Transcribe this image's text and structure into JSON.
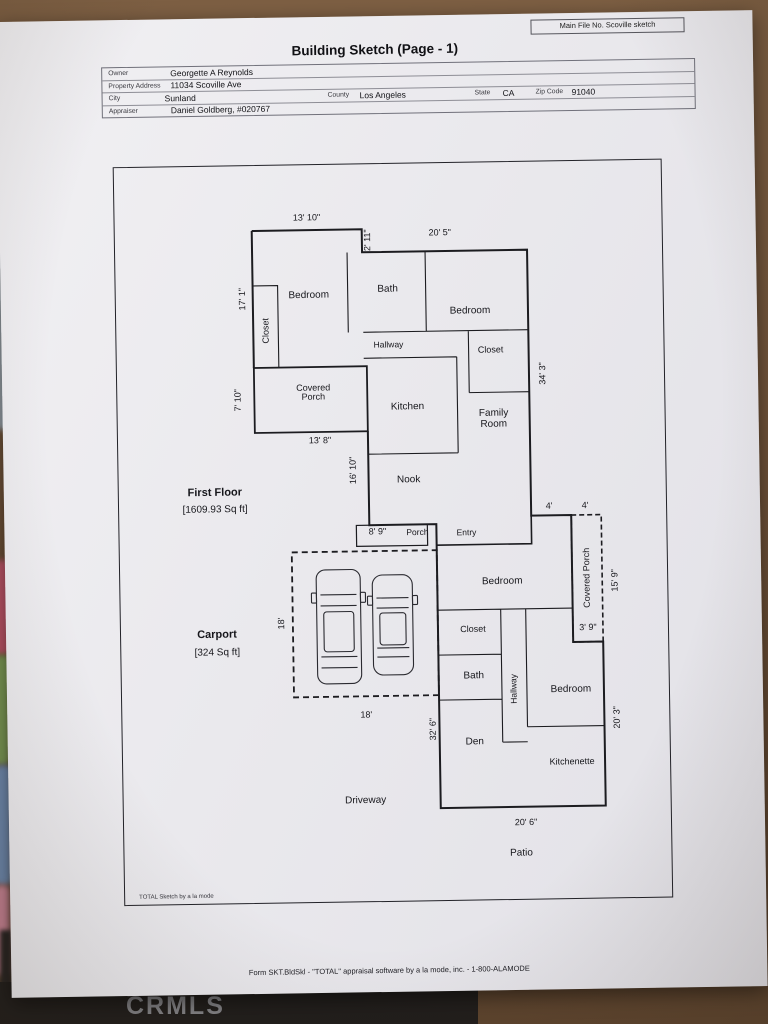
{
  "background": {
    "watermark": "CRMLS"
  },
  "header": {
    "file_no": "Main File No. Scoville sketch",
    "title": "Building Sketch (Page - 1)"
  },
  "form": {
    "owner_label": "Owner",
    "owner_value": "Georgette A Reynolds",
    "address_label": "Property Address",
    "address_value": "11034 Scoville Ave",
    "city_label": "City",
    "city_value": "Sunland",
    "county_label": "County",
    "county_value": "Los Angeles",
    "state_label": "State",
    "state_value": "CA",
    "zip_label": "Zip Code",
    "zip_value": "91040",
    "appraiser_label": "Appraiser",
    "appraiser_value": "Daniel Goldberg, #020767"
  },
  "sketch": {
    "rooms": {
      "bedroom": "Bedroom",
      "bath": "Bath",
      "closet": "Closet",
      "hallway": "Hallway",
      "covered_porch": "Covered Porch",
      "kitchen": "Kitchen",
      "family_room": "Family Room",
      "nook": "Nook",
      "porch": "Porch",
      "entry": "Entry",
      "den": "Den",
      "kitchenette": "Kitchenette",
      "driveway": "Driveway",
      "patio": "Patio"
    },
    "dims": {
      "d13_10": "13' 10\"",
      "d2_11": "2' 11\"",
      "d20_5": "20' 5\"",
      "d17_1": "17' 1\"",
      "d34_3": "34' 3\"",
      "d7_10": "7' 10\"",
      "d13_8": "13' 8\"",
      "d16_10": "16' 10\"",
      "d8_9": "8' 9\"",
      "d4": "4'",
      "d15_9": "15' 9\"",
      "d3_9": "3' 9\"",
      "d20_3": "20' 3\"",
      "d18": "18'",
      "d32_6": "32' 6\"",
      "d20_6": "20' 6\""
    },
    "summary": {
      "first_floor_label": "First Floor",
      "first_floor_area": "[1609.93 Sq ft]",
      "carport_label": "Carport",
      "carport_area": "[324 Sq ft]"
    },
    "credit": "TOTAL Sketch by a la mode"
  },
  "footer": "Form SKT.BldSkl - \"TOTAL\" appraisal software by a la mode, inc. - 1-800-ALAMODE"
}
